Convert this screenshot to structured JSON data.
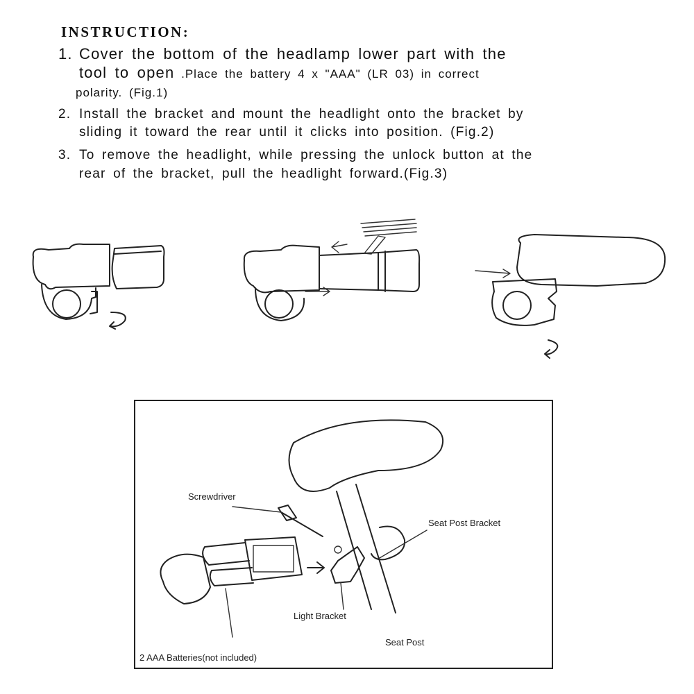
{
  "heading": "INSTRUCTION:",
  "instructions": [
    {
      "number": "1.",
      "line1": "Cover the bottom of the headlamp lower part with the",
      "line2_big": "tool to open",
      "line2_small": " .Place the battery 4 x \"AAA\" (LR 03) in correct",
      "line3": "polarity. (Fig.1)"
    },
    {
      "number": "2.",
      "line1": "Install the bracket and mount the headlight onto the bracket by",
      "line2": "sliding it toward the rear until it clicks into position. (Fig.2)"
    },
    {
      "number": "3.",
      "line1": "To remove the headlight, while pressing the unlock button at the",
      "line2": "rear of the bracket, pull the headlight forward.(Fig.3)"
    }
  ],
  "diagram": {
    "labels": {
      "screwdriver": "Screwdriver",
      "seat_post_bracket": "Seat Post Bracket",
      "light_bracket": "Light Bracket",
      "seat_post": "Seat Post",
      "batteries": "2 AAA Batteries(not included)"
    }
  }
}
